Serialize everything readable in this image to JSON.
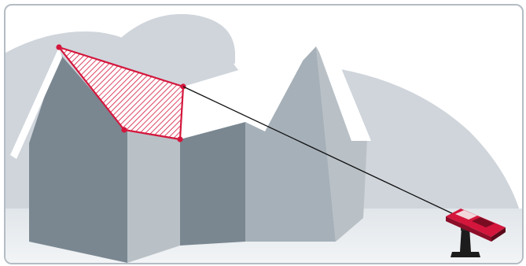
{
  "illustration": {
    "subject": "laser-distance-meter-area-measurement",
    "colors": {
      "frame_border": "#b4bcc4",
      "background": "#ffffff",
      "hills": "#cfd5db",
      "ground": "#e6ebef",
      "house_wall_dark": "#7a8791",
      "house_wall_mid": "#a6b0b8",
      "house_wall_light": "#b9c1c7",
      "roof_snow": "#ffffff",
      "measure_accent": "#d4163c",
      "laser_line": "#111111",
      "device_body": "#d4163c",
      "device_stand": "#1c1c1c"
    },
    "icons": [
      "hill-shape",
      "house-shape",
      "measurement-points",
      "laser-line",
      "laser-meter-device",
      "tripod-stand"
    ]
  }
}
